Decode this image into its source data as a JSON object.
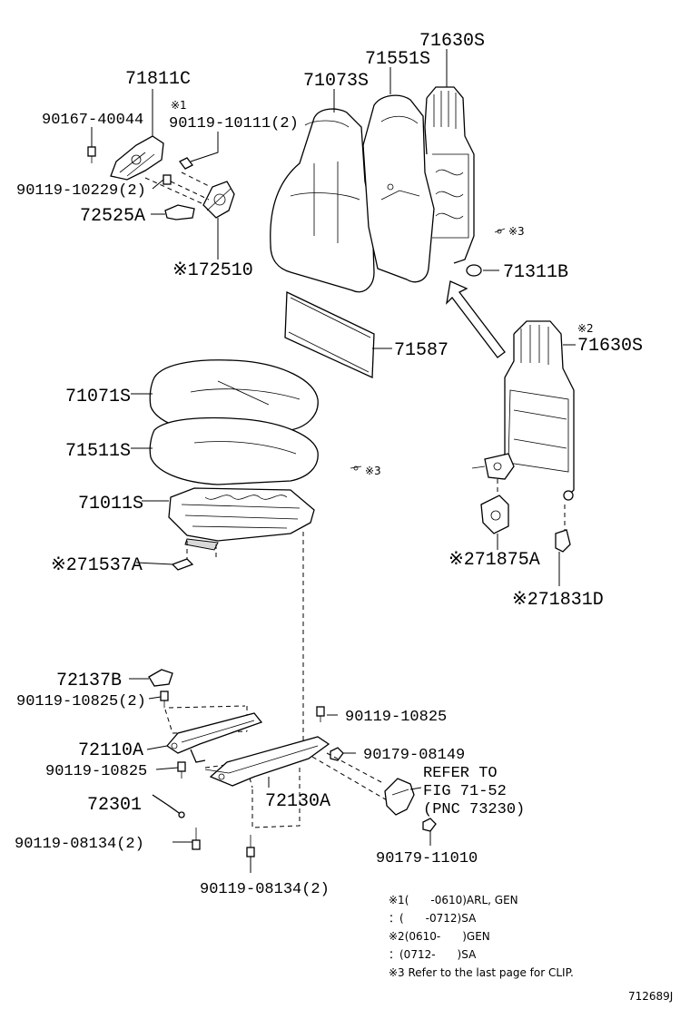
{
  "labels": {
    "p71811C": "71811C",
    "p90167_40044": "90167-40044",
    "mark1": "※1",
    "p90119_10111": "90119-10111(2)",
    "p90119_10229": "90119-10229(2)",
    "p72525A": "72525A",
    "p72510": "※172510",
    "p71073S": "71073S",
    "p71551S": "71551S",
    "p71630S_top": "71630S",
    "clip_mark_top": "※3",
    "p71311B": "71311B",
    "p71587": "71587",
    "mark2": "※2",
    "p71630S_mid": "71630S",
    "p71071S": "71071S",
    "p71511S": "71511S",
    "clip_mark_mid": "※3",
    "p71011S": "71011S",
    "p71537A": "※271537A",
    "p71875A": "※271875A",
    "p71831D": "※271831D",
    "p72137B": "72137B",
    "p90119_10825_2": "90119-10825(2)",
    "p90119_10825_r": "90119-10825",
    "p72110A": "72110A",
    "p90179_08149": "90179-08149",
    "p90119_10825_l": "90119-10825",
    "refer_line1": "REFER TO",
    "refer_line2": "FIG 71-52",
    "refer_line3": "(PNC 73230)",
    "p72301": "72301",
    "p72130A": "72130A",
    "p90119_08134_l": "90119-08134(2)",
    "p90119_08134_b": "90119-08134(2)",
    "p90179_11010": "90179-11010"
  },
  "notes": {
    "n1a": "※1(　　-0610)ARL, GEN",
    "n1b": "：(　　-0712)SA",
    "n2a": "※2(0610-　　)GEN",
    "n2b": "：(0712-　　)SA",
    "n3": "※3 Refer to the last page for CLIP."
  },
  "figure_id": "712689J"
}
